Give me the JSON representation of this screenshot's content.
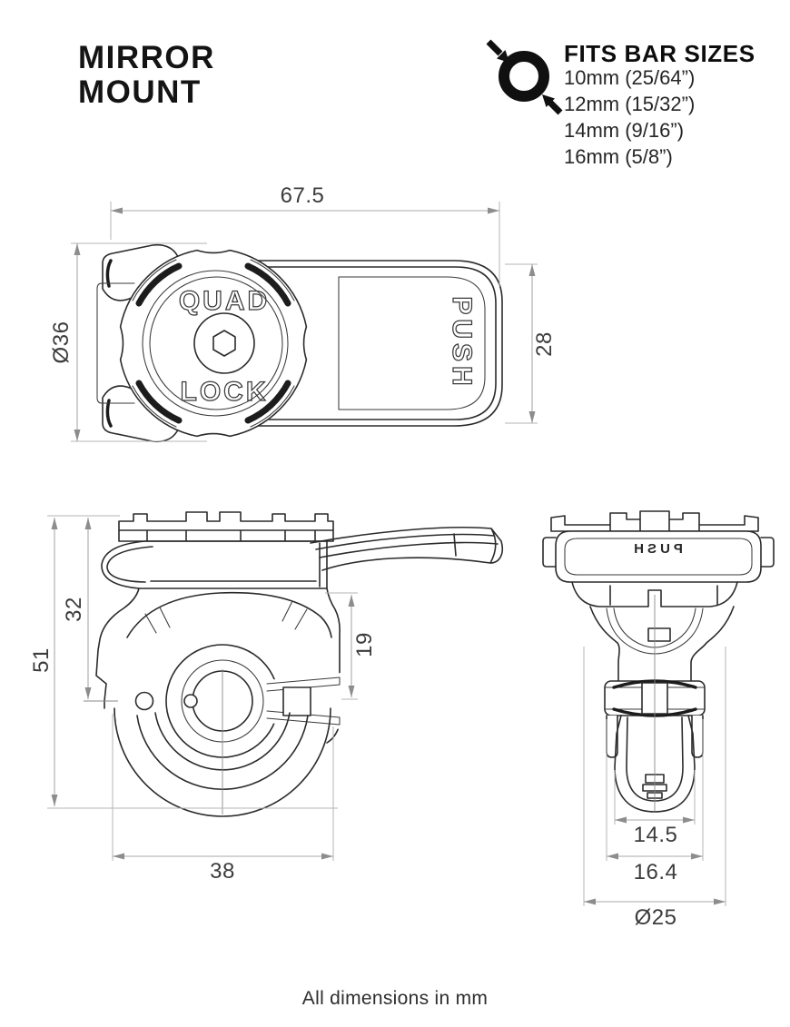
{
  "header": {
    "title_line1": "MIRROR",
    "title_line2": "MOUNT"
  },
  "fits_bar_sizes": {
    "heading": "FITS BAR SIZES",
    "icon": "bar-clamp-icon",
    "sizes": [
      "10mm (25/64”)",
      "12mm (15/32”)",
      "14mm (9/16”)",
      "16mm (5/8”)"
    ]
  },
  "markings": {
    "head_top": "QUAD",
    "head_bottom": "LOCK",
    "lever": "PUSH",
    "lever_back_mirrored": "PUSH"
  },
  "dimensions": {
    "top_view": {
      "overall_width": "67.5",
      "head_diameter": "Ø36",
      "lever_width": "28"
    },
    "front_view": {
      "overall_height": "51",
      "top_to_bar_center": "32",
      "lever_to_bar_center": "19",
      "body_width": "38"
    },
    "side_view": {
      "clamp_inner_width": "14.5",
      "clamp_outer_width": "16.4",
      "bar_diameter": "Ø25"
    }
  },
  "footer": {
    "note": "All dimensions in mm"
  },
  "colors": {
    "ink": "#141414",
    "line": "#2b2b2b",
    "dim_line": "#a8a8a8",
    "dim_text": "#3c3c3c"
  }
}
